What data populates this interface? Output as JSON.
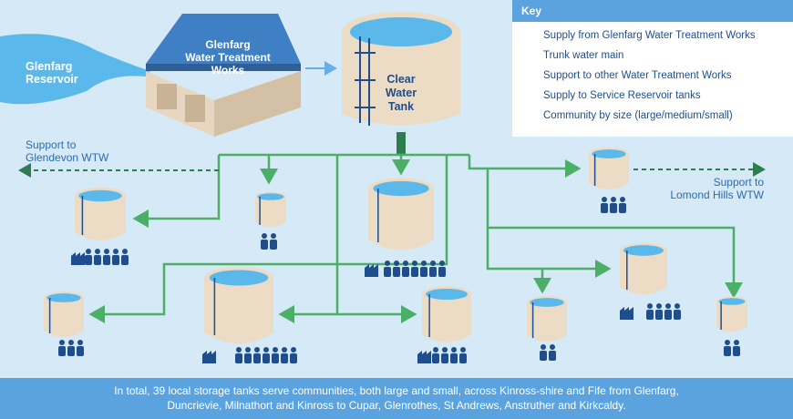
{
  "labels": {
    "reservoir": [
      "Glenfarg",
      "Reservoir"
    ],
    "wtw": [
      "Glenfarg",
      "Water Treatment",
      "Works"
    ],
    "clear_tank": [
      "Clear",
      "Water",
      "Tank"
    ],
    "glendevon": [
      "Support to",
      "Glendevon WTW"
    ],
    "lomond": [
      "Support to",
      "Lomond Hills WTW"
    ]
  },
  "key": {
    "title": "Key",
    "items": [
      {
        "label": "Supply from Glenfarg Water Treatment Works",
        "kind": "supply-arrow",
        "color": "#6aaee6"
      },
      {
        "label": "Trunk water main",
        "kind": "trunk-line",
        "color": "#2e7d4f"
      },
      {
        "label": "Support to other Water Treatment Works",
        "kind": "dashed-arrow",
        "color": "#2e7d4f"
      },
      {
        "label": "Supply to Service Reservoir tanks",
        "kind": "green-arrow",
        "color": "#4caf67"
      },
      {
        "label": "Community by size (large/medium/small)",
        "kind": "person-icon",
        "color": "#1f4e8c"
      }
    ]
  },
  "footer": {
    "line1": "In total, 39 local storage tanks serve communities, both large and small, across Kinross-shire and Fife from Glenfarg,",
    "line2": "Duncrievie, Milnathort and Kinross to Cupar, Glenrothes, St Andrews, Anstruther and Kirkcaldy."
  },
  "colors": {
    "background": "#d6e9f7",
    "pipe": "#4caf67",
    "trunk": "#2e7d4f",
    "tank_body": "#ecdcc6",
    "water": "#5bb8ea",
    "people": "#1f4e8c"
  }
}
